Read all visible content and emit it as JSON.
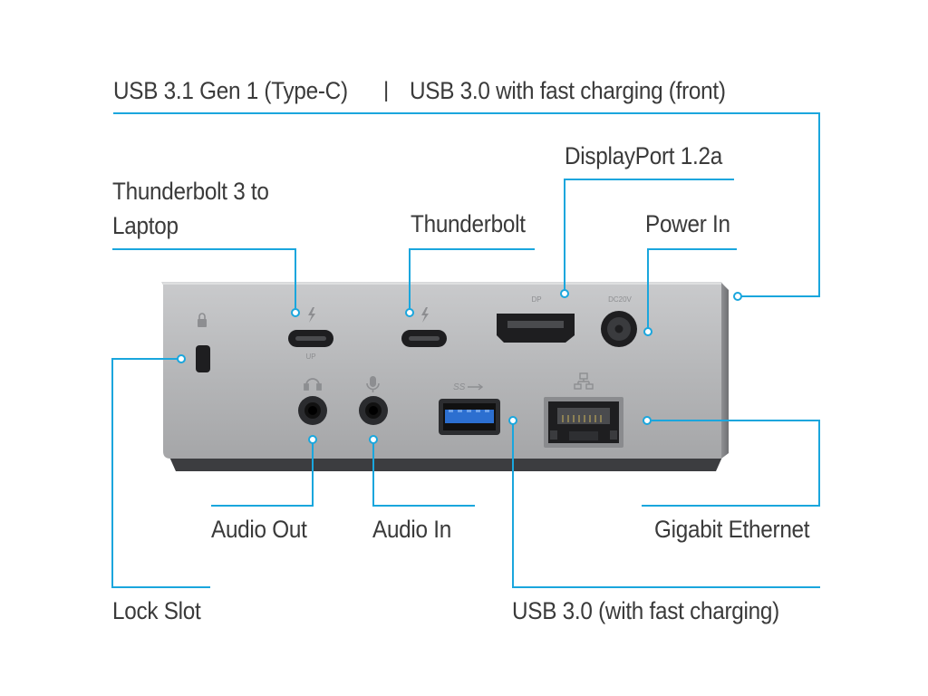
{
  "labels": {
    "usb_front": "USB 3.1 Gen 1 (Type-C)",
    "separator": "|",
    "usb_front_2": "USB 3.0 with fast charging (front)",
    "displayport": "DisplayPort 1.2a",
    "thunderbolt_laptop": "Thunderbolt 3 to\nLaptop",
    "thunderbolt": "Thunderbolt",
    "power_in": "Power In",
    "audio_out": "Audio Out",
    "audio_in": "Audio In",
    "gigabit_ethernet": "Gigabit Ethernet",
    "lock_slot": "Lock Slot",
    "usb_back": "USB 3.0 (with fast charging)"
  },
  "device": {
    "port_up_text": "UP",
    "port_dp_text": "DP",
    "port_dc_text": "DC20V",
    "usb_logo_text": "SS"
  },
  "colors": {
    "callout_line": "#1aa6dd",
    "device_body": "#b9babc",
    "device_base": "#3c3d40",
    "port_dark": "#1e1e20",
    "usb_blue": "#2c6fd0",
    "label_text": "#3a3a3a"
  }
}
